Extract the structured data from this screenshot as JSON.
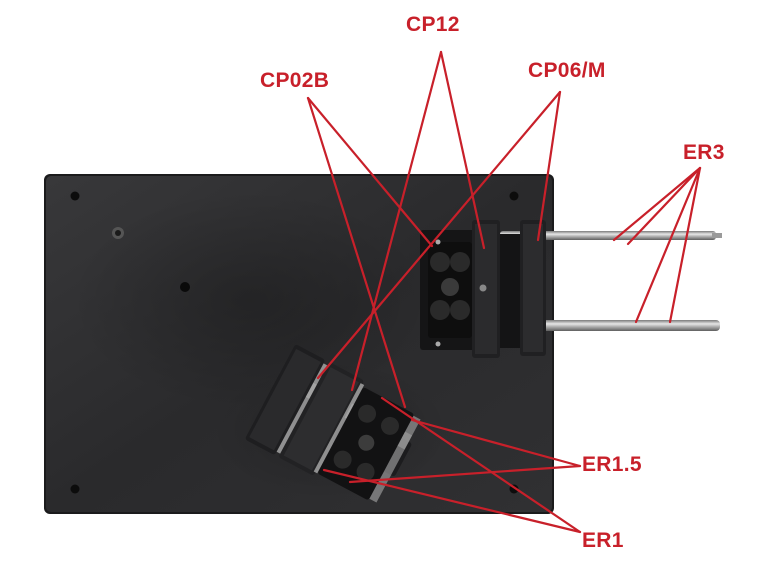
{
  "photo": {
    "subject": "optomechanical cage assembly on breadboard",
    "background_color": "#ffffff",
    "plate_color": "#2c2c2e",
    "annotation_color": "#c8202a"
  },
  "labels": {
    "cp12": "CP12",
    "cp02b": "CP02B",
    "cp06m": "CP06/M",
    "er3": "ER3",
    "er15": "ER1.5",
    "er1": "ER1"
  }
}
